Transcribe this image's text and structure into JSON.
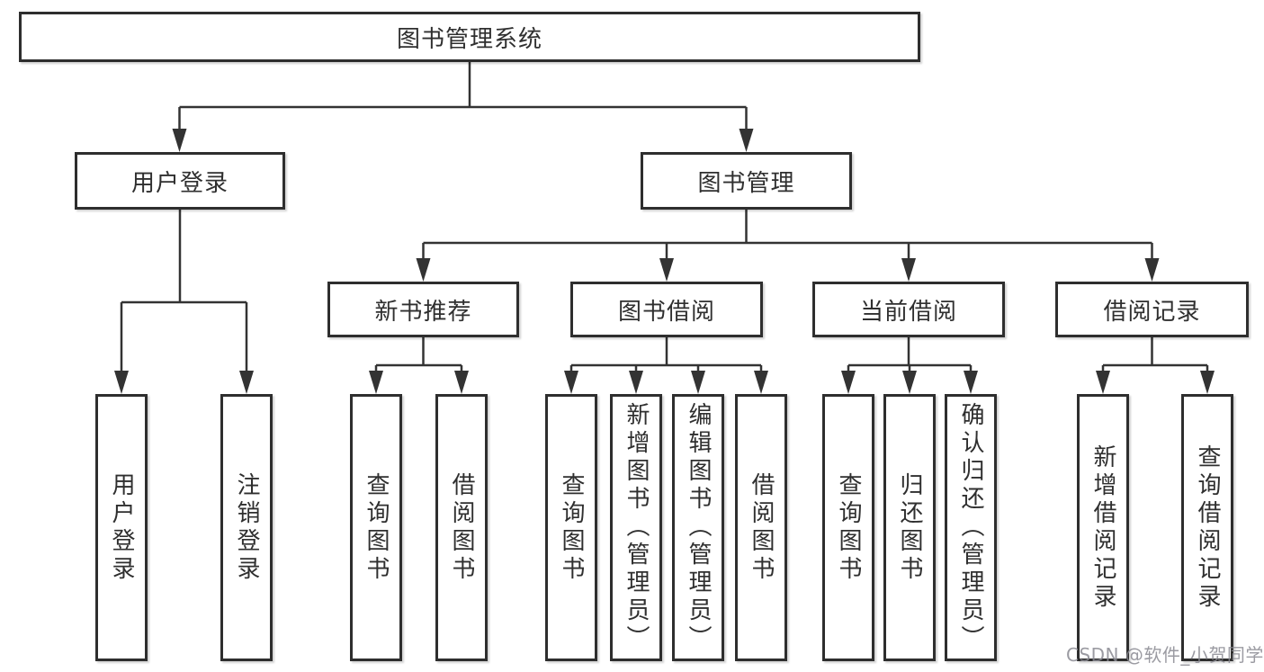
{
  "diagram": {
    "title": "图书管理系统",
    "root": {
      "label": "图书管理系统"
    },
    "branches": [
      {
        "label": "用户登录",
        "children": [
          "用户登录",
          "注销登录"
        ]
      },
      {
        "label": "图书管理",
        "children": [
          {
            "label": "新书推荐",
            "children": [
              "查询图书",
              "借阅图书"
            ]
          },
          {
            "label": "图书借阅",
            "children": [
              "查询图书",
              "新增图书（管理员）",
              "编辑图书（管理员）",
              "借阅图书"
            ]
          },
          {
            "label": "当前借阅",
            "children": [
              "查询图书",
              "归还图书",
              "确认归还（管理员）"
            ]
          },
          {
            "label": "借阅记录",
            "children": [
              "新增借阅记录",
              "查询借阅记录"
            ]
          }
        ]
      }
    ],
    "colors": {
      "line": "#333333",
      "border": "#2e2e2e",
      "text": "#2f2f2f",
      "watermark": "#8a8a92"
    }
  },
  "watermark": {
    "text": "CSDN @软件_小贺同学"
  }
}
